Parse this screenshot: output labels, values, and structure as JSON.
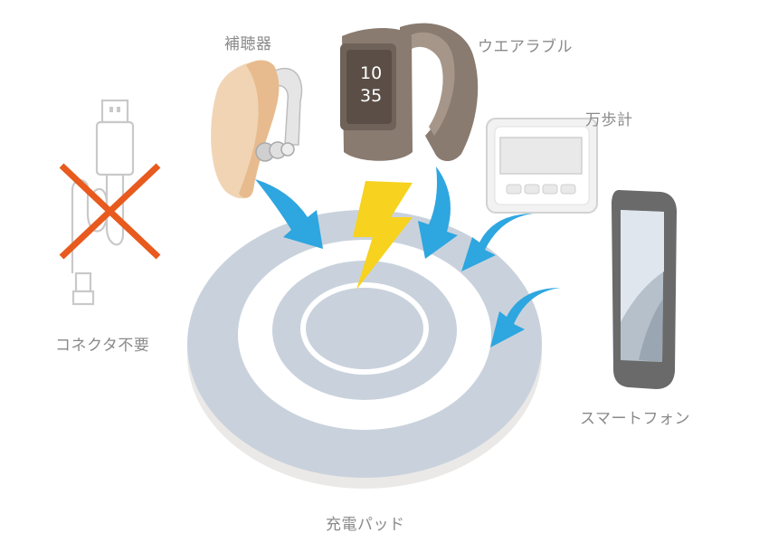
{
  "labels": {
    "hearing_aid": "補聴器",
    "wearable": "ウエアラブル",
    "pedometer": "万歩計",
    "smartphone": "スマートフォン",
    "no_connector": "コネクタ不要",
    "charging_pad": "充電パッド"
  },
  "watch": {
    "hour": "10",
    "minute": "35"
  },
  "colors": {
    "arrow": "#2ea6e0",
    "bolt": "#f7d21e",
    "cross": "#e85a1e",
    "pad": "#c9d2dc",
    "pad_edge": "#e6e6e6",
    "label": "#8a8a8a"
  },
  "icons": [
    "usb-cable-icon",
    "cross-icon",
    "lightning-bolt-icon",
    "arrow-icon"
  ]
}
